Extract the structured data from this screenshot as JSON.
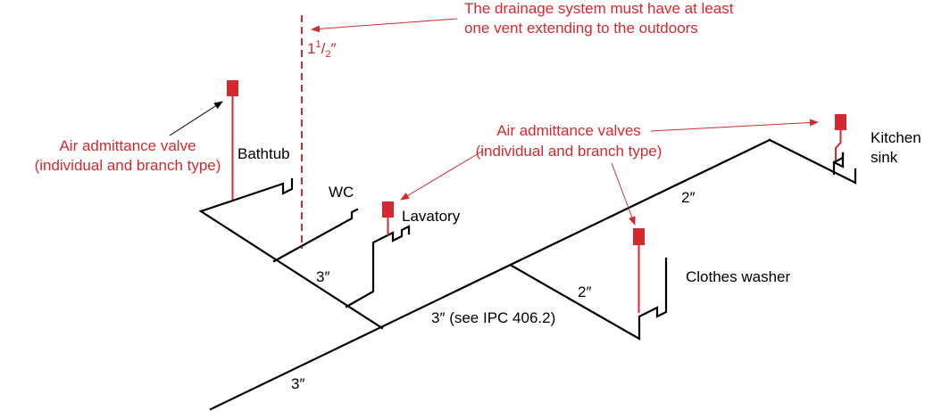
{
  "colors": {
    "pipe": "#000000",
    "accent_red": "#d42a2f",
    "background": "#ffffff"
  },
  "callouts": {
    "outdoor_vent_line1": "The drainage system must have at least",
    "outdoor_vent_line2": "one vent extending to the outdoors",
    "aav_single_line1": "Air admittance valve",
    "aav_single_line2": "(individual and branch type)",
    "aav_multi_line1": "Air admittance valves",
    "aav_multi_line2": "(individual and branch type)"
  },
  "vent_size": {
    "whole": "1",
    "numerator": "1",
    "slash": "/",
    "denominator": "2",
    "unit": "″"
  },
  "fixtures": {
    "bathtub": "Bathtub",
    "wc": "WC",
    "lavatory": "Lavatory",
    "clothes_washer": "Clothes washer",
    "kitchen_sink_line1": "Kitchen",
    "kitchen_sink_line2": "sink"
  },
  "pipe_sizes": {
    "branch_3in": "3″",
    "main_note": "3″ (see IPC 406.2)",
    "washer_2in": "2″",
    "kitchen_2in": "2″",
    "building_drain_3in": "3″"
  }
}
